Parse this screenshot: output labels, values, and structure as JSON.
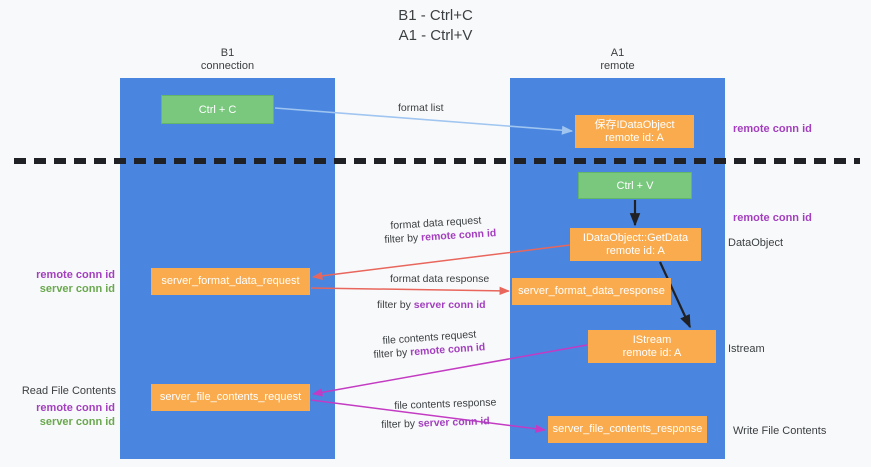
{
  "title": "B1 - Ctrl+C\nA1 - Ctrl+V",
  "title_line1": "B1 - Ctrl+C",
  "title_line2": "A1 - Ctrl+V",
  "lanes": [
    {
      "id": "b1",
      "name": "B1",
      "role": "connection",
      "color": "#4a86e0"
    },
    {
      "id": "a1",
      "name": "A1",
      "role": "remote",
      "color": "#4a86e0"
    }
  ],
  "boxes": {
    "ctrl_c": {
      "label": "Ctrl + C",
      "color": "#79c87e",
      "lane": "b1"
    },
    "save_dataobject": {
      "line1": "保存IDataObject",
      "line2": "remote id: A",
      "color": "#f9ab4e",
      "lane": "a1"
    },
    "ctrl_v": {
      "label": "Ctrl + V",
      "color": "#79c87e",
      "lane": "a1"
    },
    "getdata": {
      "line1": "IDataObject::GetData",
      "line2": "remote id: A",
      "color": "#f9ab4e",
      "lane": "a1"
    },
    "server_format_data_request": {
      "label": "server_format_data_request",
      "color": "#f9ab4e",
      "lane": "b1"
    },
    "server_format_data_response": {
      "label": "server_format_data_response",
      "color": "#f9ab4e",
      "lane": "a1"
    },
    "istream": {
      "line1": "IStream",
      "line2": "remote id: A",
      "color": "#f9ab4e",
      "lane": "a1"
    },
    "server_file_contents_request": {
      "label": "server_file_contents_request",
      "color": "#f9ab4e",
      "lane": "b1"
    },
    "server_file_contents_response": {
      "label": "server_file_contents_response",
      "color": "#f9ab4e",
      "lane": "a1"
    }
  },
  "edge_labels": {
    "format_list": "format list",
    "format_data_request": "format data request",
    "filter_by": "filter by",
    "remote_conn_id": "remote conn id",
    "server_conn_id": "server conn id",
    "format_data_response": "format data response",
    "file_contents_request": "file contents request",
    "file_contents_response": "file contents response"
  },
  "side_labels": {
    "remote_conn_id_top": "remote conn id",
    "remote_conn_id_mid": "remote conn id",
    "dataobject": "DataObject",
    "istream": "Istream",
    "write_file_contents": "Write File Contents",
    "read_file_contents": "Read File Contents",
    "left_remote_conn_id": "remote conn id",
    "left_server_conn_id": "server conn id",
    "left_remote_conn_id_2": "remote conn id",
    "left_server_conn_id_2": "server conn id"
  },
  "colors": {
    "lane": "#4a86e0",
    "green_box": "#79c87e",
    "orange_box": "#f9ab4e",
    "purple_text": "#a33fbf",
    "green_text": "#6aa84f",
    "blue_arrow": "#9fc5f0",
    "red_arrow": "#e8665c",
    "magenta_arrow": "#c councils"
  }
}
